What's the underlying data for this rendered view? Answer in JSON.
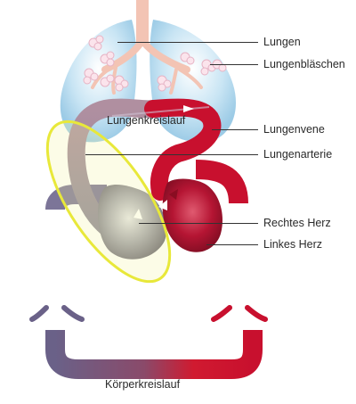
{
  "diagram": {
    "labels": {
      "lungen": "Lungen",
      "lungenblaeschen": "Lungenbläschen",
      "lungenkreislauf": "Lungenkreislauf",
      "lungenvene": "Lungenvene",
      "lungenarterie": "Lungenarterie",
      "rechtes_herz": "Rechtes Herz",
      "linkes_herz": "Linkes Herz",
      "koerperkreislauf": "Körperkreislauf"
    },
    "colors": {
      "lung_fill": "#b8dcef",
      "trachea": "#f3c4b4",
      "oxygenated": "#c8102e",
      "deoxygenated": "#6a6188",
      "highlight_ring": "#e8e83a",
      "heart_right": "#9a9aa6",
      "heart_left": "#b01632"
    }
  }
}
